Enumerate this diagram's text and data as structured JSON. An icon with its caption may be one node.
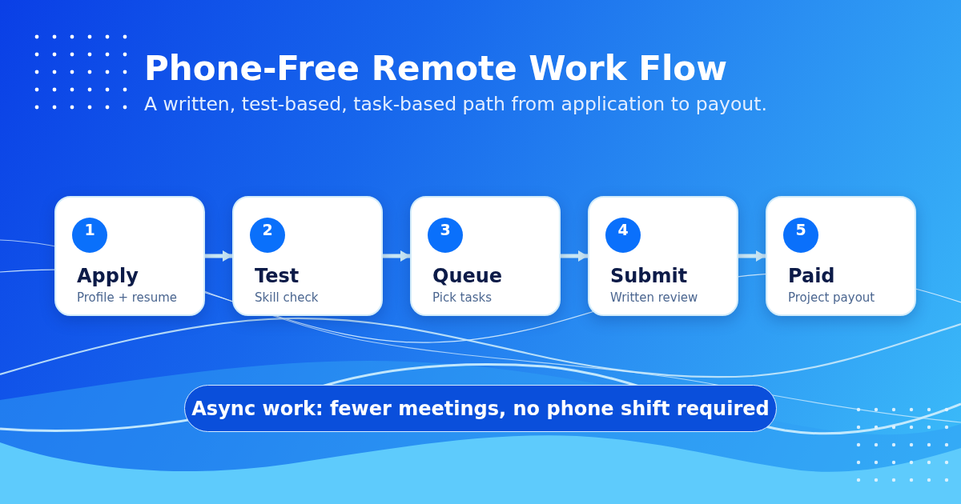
{
  "diagram": {
    "title": "Phone-Free Remote Work Flow",
    "nodes": [
      {
        "text": [
          "Apply",
          "Profile + resume"
        ]
      },
      {
        "text": [
          "1"
        ],
        "in": 0
      },
      {
        "text": [
          "Test",
          "Skill check"
        ]
      },
      {
        "text": [
          "2"
        ],
        "in": 2
      },
      {
        "text": [
          "Queue",
          "Pick tasks"
        ]
      },
      {
        "text": [
          "3"
        ],
        "in": 4
      },
      {
        "text": [
          "Submit",
          "Written review"
        ]
      },
      {
        "text": [
          "4"
        ],
        "in": 6
      },
      {
        "text": [
          "Paid",
          "Project payout"
        ]
      },
      {
        "text": [
          "5"
        ],
        "in": 8
      },
      {
        "text": [
          "Async work: fewer meetings, no phone shift required"
        ]
      }
    ],
    "edges": [
      {
        "from": 0,
        "to": 2,
        "arrow": "to"
      },
      {
        "from": 2,
        "to": 4,
        "arrow": "to"
      },
      {
        "from": 4,
        "to": 6,
        "arrow": "to"
      },
      {
        "from": 6,
        "to": 8,
        "arrow": "to"
      }
    ],
    "labels": [
      "A written, test-based, task-based path from application to payout."
    ]
  }
}
